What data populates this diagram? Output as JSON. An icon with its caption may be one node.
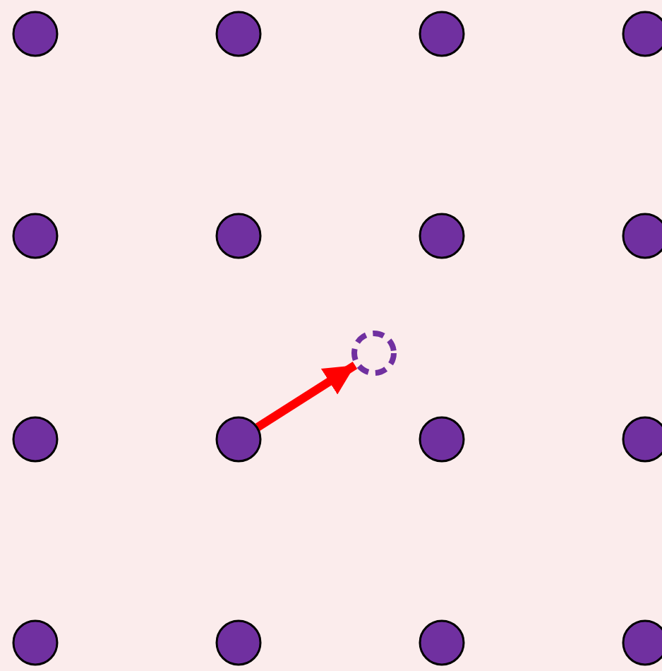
{
  "diagram": {
    "nodes": [
      {
        "text": [],
        "shape": "circle"
      },
      {
        "text": [],
        "shape": "circle"
      },
      {
        "text": [],
        "shape": "circle"
      },
      {
        "text": [],
        "shape": "circle"
      },
      {
        "text": [],
        "shape": "circle"
      },
      {
        "text": [],
        "shape": "circle"
      },
      {
        "text": [],
        "shape": "circle"
      },
      {
        "text": [],
        "shape": "circle"
      },
      {
        "text": [],
        "shape": "circle"
      },
      {
        "text": [],
        "shape": "circle"
      },
      {
        "text": [],
        "shape": "circle"
      },
      {
        "text": [],
        "shape": "circle"
      },
      {
        "text": [],
        "shape": "circle"
      },
      {
        "text": [],
        "shape": "circle"
      },
      {
        "text": [],
        "shape": "circle"
      },
      {
        "text": [],
        "shape": "circle"
      },
      {
        "text": [],
        "shape": "circle"
      }
    ],
    "edges": [
      {
        "from": 10,
        "to": 8,
        "arrow": "to",
        "color": "#ff0000"
      }
    ]
  }
}
